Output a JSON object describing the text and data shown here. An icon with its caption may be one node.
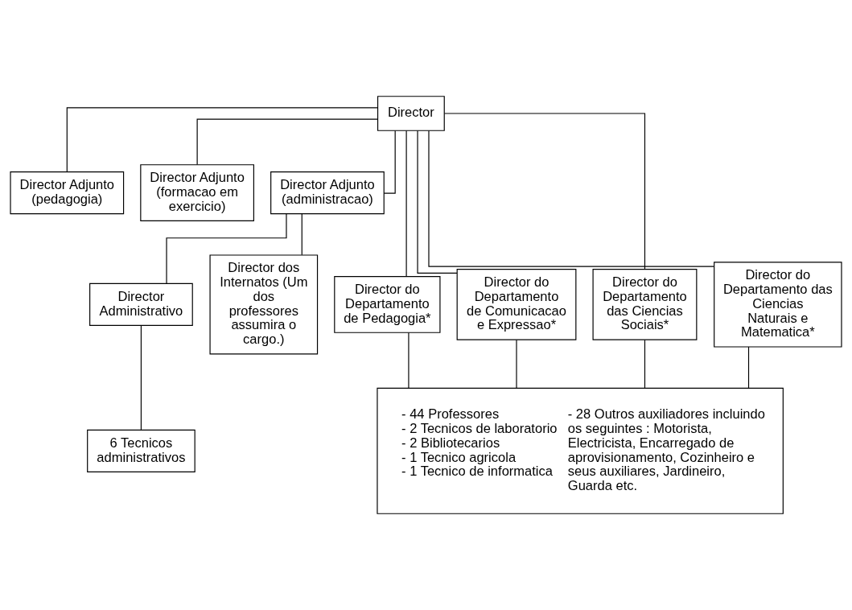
{
  "diagram": {
    "nodes": [
      {
        "text": [
          "Director"
        ]
      },
      {
        "text": [
          "Director Adjunto (pedagogia)"
        ]
      },
      {
        "text": [
          "Director Adjunto (formacao em exercicio)"
        ]
      },
      {
        "text": [
          "Director Adjunto (administracao)"
        ]
      },
      {
        "text": [
          "Director do Departamento de Pedagogia*"
        ]
      },
      {
        "text": [
          "Director do Departamento de Comunicacao e Expressao*"
        ]
      },
      {
        "text": [
          "Director do Departamento das Ciencias Sociais*"
        ]
      },
      {
        "text": [
          "Director do Departamento das Ciencias Naturais e Matematica*"
        ]
      },
      {
        "text": [
          "Director Administrativo"
        ]
      },
      {
        "text": [
          "Director dos Internatos (Um dos professores assumira o cargo.)"
        ]
      },
      {
        "text": [
          "- 44 Professores",
          "- 2 Tecnicos de laboratorio",
          "- 2 Bibliotecarios",
          "- 1 Tecnico agricola",
          "- 1 Tecnico de informatica",
          "- 28 Outros auxiliadores incluindo os seguintes : Motorista, Electricista, Encarregado de aprovisionamento, Cozinheiro e seus auxiliares, Jardineiro, Guarda etc."
        ]
      },
      {
        "text": [
          "6 Tecnicos administrativos"
        ]
      }
    ],
    "edges": [
      {
        "from": 0,
        "to": 1,
        "arrow": "none"
      },
      {
        "from": 0,
        "to": 2,
        "arrow": "none"
      },
      {
        "from": 0,
        "to": 3,
        "arrow": "none"
      },
      {
        "from": 0,
        "to": 4,
        "arrow": "none"
      },
      {
        "from": 0,
        "to": 5,
        "arrow": "none"
      },
      {
        "from": 0,
        "to": 6,
        "arrow": "none"
      },
      {
        "from": 0,
        "to": 7,
        "arrow": "none"
      },
      {
        "from": 3,
        "to": 8,
        "arrow": "none"
      },
      {
        "from": 3,
        "to": 9,
        "arrow": "none"
      },
      {
        "from": 4,
        "to": 10,
        "arrow": "none"
      },
      {
        "from": 5,
        "to": 10,
        "arrow": "none"
      },
      {
        "from": 6,
        "to": 10,
        "arrow": "none"
      },
      {
        "from": 7,
        "to": 10,
        "arrow": "none"
      },
      {
        "from": 8,
        "to": 11,
        "arrow": "none"
      }
    ]
  }
}
